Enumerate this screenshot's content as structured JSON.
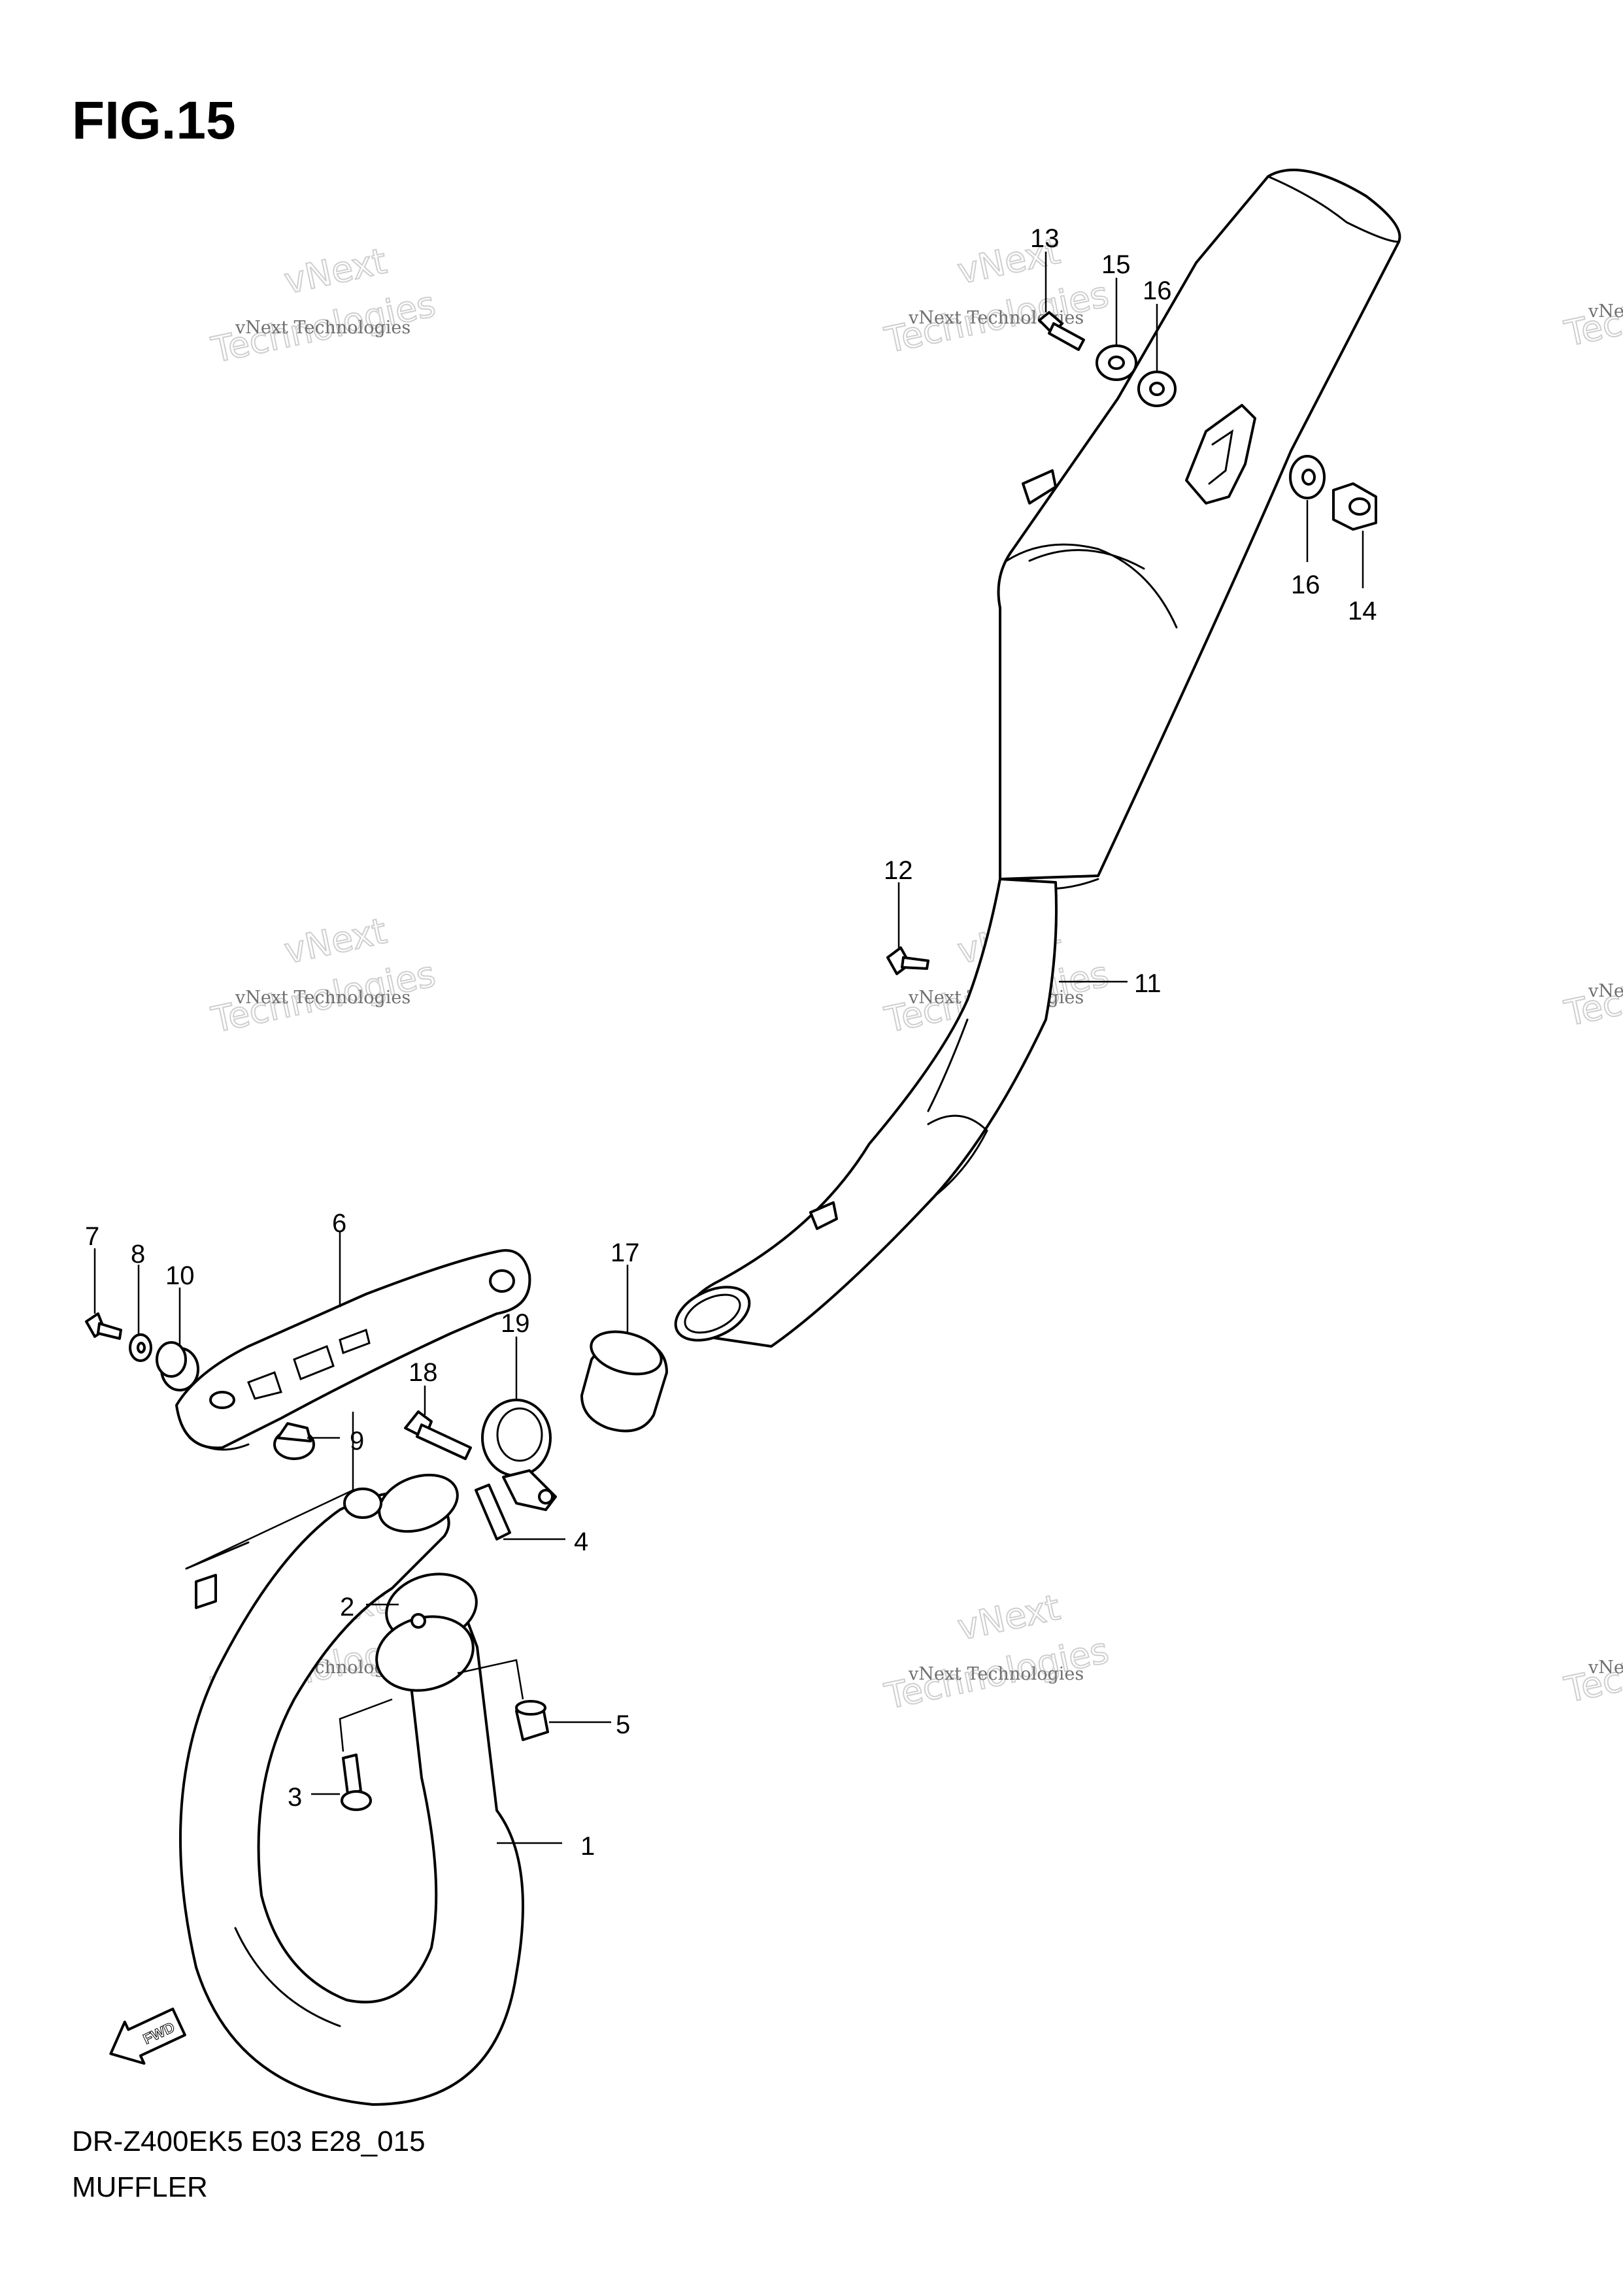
{
  "figure": {
    "title": "FIG.15",
    "code": "DR-Z400EK5 E03 E28_015",
    "name": "MUFFLER"
  },
  "fwd_label": "FWD",
  "watermark": {
    "line_small": "vNext Technologies",
    "line_big_1": "vNext",
    "line_big_2": "Technologies"
  },
  "callouts": [
    "1",
    "2",
    "3",
    "4",
    "5",
    "6",
    "7",
    "8",
    "9",
    "10",
    "11",
    "12",
    "13",
    "14",
    "15",
    "16",
    "16",
    "17",
    "18",
    "19"
  ]
}
